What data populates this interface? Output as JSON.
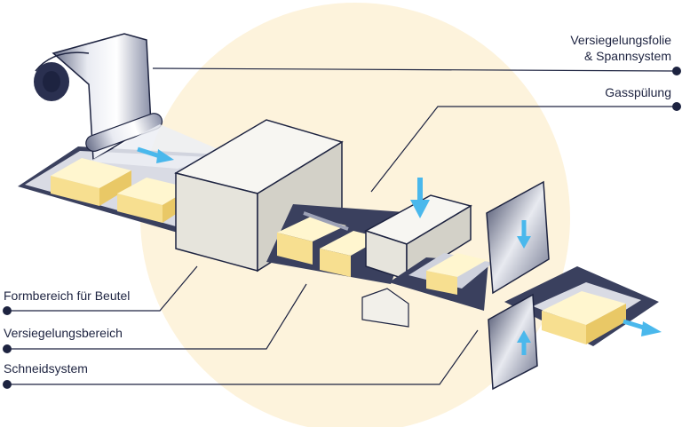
{
  "labels": {
    "film": [
      "Versiegelungsfolie",
      "& Spannsystem"
    ],
    "gas": "Gasspülung",
    "forming": "Formbereich für Beutel",
    "sealing": "Versiegelungsbereich",
    "cutting": "Schneidsystem"
  },
  "colors": {
    "background_circle": "#fdf3dc",
    "line": "#1d2340",
    "dot": "#1d2340",
    "product": "#f7df90",
    "arrow": "#4ab8ec",
    "machine_body": "#f2f0ea",
    "machine_dark": "#343a5c"
  }
}
